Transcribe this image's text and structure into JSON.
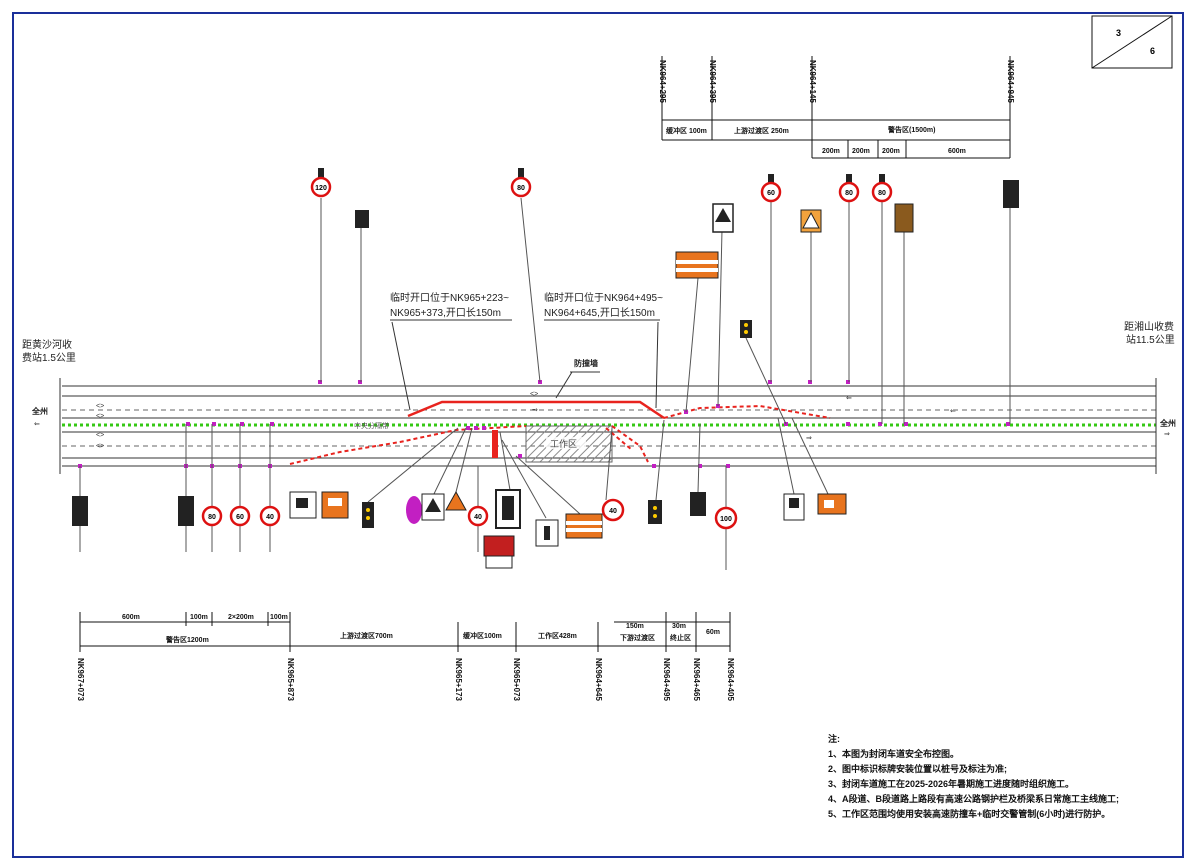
{
  "sheet": {
    "number": "3",
    "total": "6"
  },
  "top_scale": {
    "stakes": [
      "NK964+295",
      "NK964+395",
      "NK964+145",
      "NK964+945"
    ],
    "zones": [
      "缓冲区 100m",
      "上游过渡区 250m",
      "警告区(1500m)"
    ],
    "sub_distances": [
      "200m",
      "200m",
      "200m",
      "600m"
    ]
  },
  "bottom_scale": {
    "top_distances": [
      "600m",
      "100m",
      "2×200m",
      "100m",
      "150m",
      "30m",
      "60m"
    ],
    "zones": [
      "警告区1200m",
      "上游过渡区700m",
      "缓冲区100m",
      "工作区428m",
      "下游过渡区",
      "终止区"
    ],
    "stakes": [
      "NK967+073",
      "NK965+873",
      "NK965+173",
      "NK965+073",
      "NK964+645",
      "NK964+495",
      "NK964+465",
      "NK964+405"
    ]
  },
  "annotations": {
    "opening1_line1": "临时开口位于NK965+223~",
    "opening1_line2": "NK965+373,开口长150m",
    "opening2_line1": "临时开口位于NK964+495~",
    "opening2_line2": "NK964+645,开口长150m",
    "median_label": "中央分隔带",
    "barrier_label": "防撞墙",
    "work_zone": "工作区",
    "left_toll_line1": "距黄沙河收",
    "left_toll_line2": "费站1.5公里",
    "right_toll_line1": "距湘山收费",
    "right_toll_line2": "站11.5公里",
    "left_direction": "全州",
    "right_direction": "全州"
  },
  "notes": {
    "title": "注:",
    "items": [
      "1、本图为封闭车道安全布控图。",
      "2、图中标识标牌安装位置以桩号及标注为准;",
      "3、封闭车道施工在2025-2026年暑期施工进度随时组织施工。",
      "4、A段道、B段道路上路段有高速公路钢护栏及桥梁系日常施工主线施工;",
      "5、工作区范围均使用安装高速防撞车+临时交警管制(6小时)进行防护。"
    ]
  },
  "colors": {
    "frame": "#1a2f9a",
    "median": "#35c814",
    "cones": "#e8231e",
    "markers": "#c21fc2",
    "sign_orange": "#e8741e",
    "work_hatch": "#9a9a9a"
  },
  "signs": {
    "speed_120": "120",
    "speed_80": "80",
    "speed_60": "60",
    "speed_40": "40",
    "speed_100": "100"
  }
}
